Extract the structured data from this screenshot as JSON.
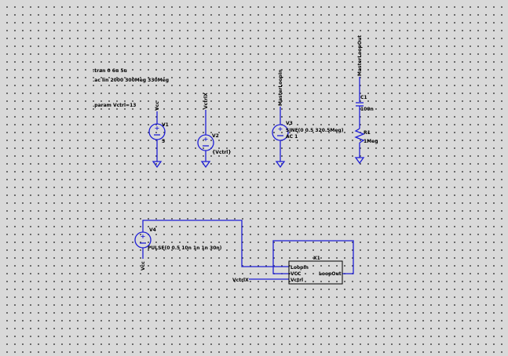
{
  "directives": {
    "tran": ".tran 0 6u 5u",
    "ac": ".ac lin 2000 300Meg 330Meg",
    "param": ".param Vctrl=13"
  },
  "sources": {
    "v1": {
      "name": "V1",
      "value": "5",
      "net": "Vcc"
    },
    "v2": {
      "name": "V2",
      "value": "{Vctrl}",
      "net": "VctrlX"
    },
    "v3": {
      "name": "V3",
      "value_line1": "SINE(0 0.5 320.5Meg)",
      "value_line2": "AC 1",
      "net": "MasterLoopIn"
    },
    "v4": {
      "name": "V4",
      "value": "PULSE(0 0.5 10n 1n 1n 30n)",
      "net": "Vcc"
    }
  },
  "passives": {
    "c1": {
      "name": "C1",
      "value": "100n"
    },
    "r1": {
      "name": "R1",
      "value": "1Meg"
    },
    "net": "MasterLoopOut"
  },
  "subckt": {
    "name": "X1",
    "pin_loopin": "LoopIn",
    "pin_vcc": "VCC",
    "pin_vctrl": "Vctrl",
    "pin_loopout": "LoopOut",
    "vctrl_net": "VctrlX"
  },
  "colors": {
    "wire": "#1f1fd6",
    "background": "#d9d9d9",
    "grid": "#4a4a4a"
  }
}
